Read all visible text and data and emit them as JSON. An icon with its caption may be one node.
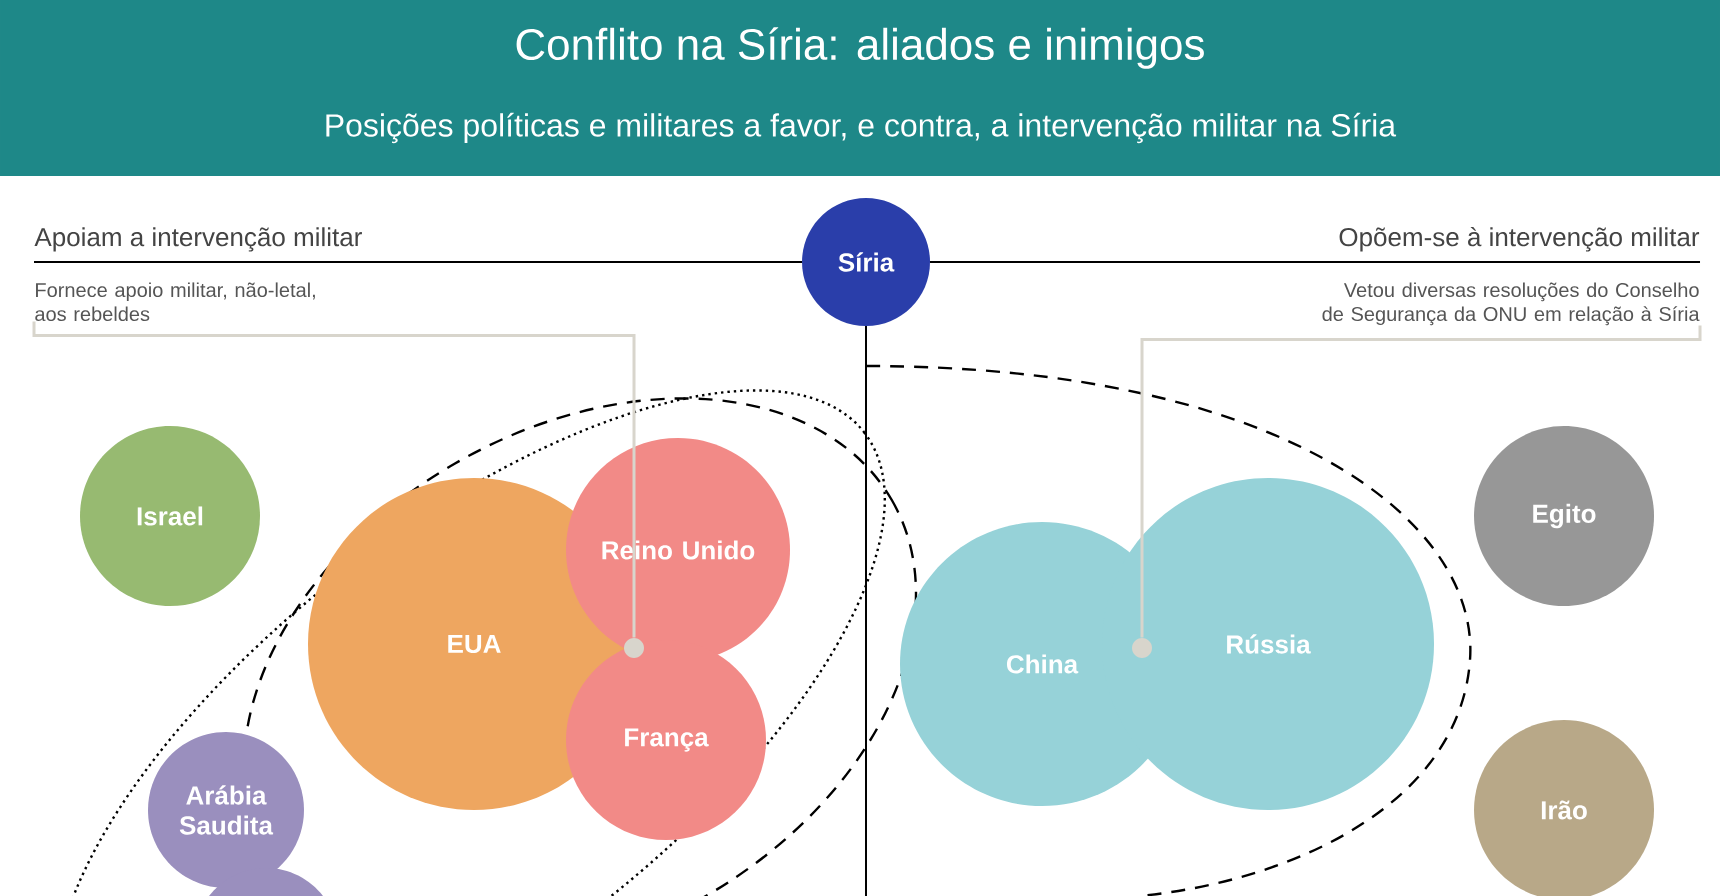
{
  "diagram": {
    "title": "Conflito na Síria: aliados e inimigos",
    "caption": "Posições políticas e militares a favor, e contra, a intervenção militar na Síria",
    "nodes": [
      {
        "text": [
          "Síria"
        ]
      },
      {
        "text": [
          "Fornece apoio militar, não-letal, aos rebeldes"
        ]
      },
      {
        "text": [],
        "shape": "circle"
      },
      {
        "text": [
          "Israel"
        ]
      },
      {
        "text": [
          "EUA"
        ]
      },
      {
        "text": [
          "Reino Unido"
        ]
      },
      {
        "text": [
          "França"
        ]
      },
      {
        "text": [
          "Arábia Saudita"
        ]
      },
      {
        "text": [],
        "shape": "circle"
      },
      {
        "text": [
          "Vetou diversas resoluções do Conselho de Segurança da ONU em relação à Síria"
        ]
      },
      {
        "text": [],
        "shape": "circle"
      },
      {
        "text": [
          "China"
        ]
      },
      {
        "text": [
          "Rússia"
        ]
      },
      {
        "text": [
          "Egito"
        ]
      },
      {
        "text": [
          "Irão"
        ]
      }
    ],
    "edges": [
      {
        "from": 1,
        "to": 2,
        "arrow": "none"
      },
      {
        "from": 9,
        "to": 10,
        "arrow": "none"
      }
    ],
    "labels": [
      "Apoiam a intervenção militar",
      "Opõem-se à intervenção militar"
    ]
  }
}
